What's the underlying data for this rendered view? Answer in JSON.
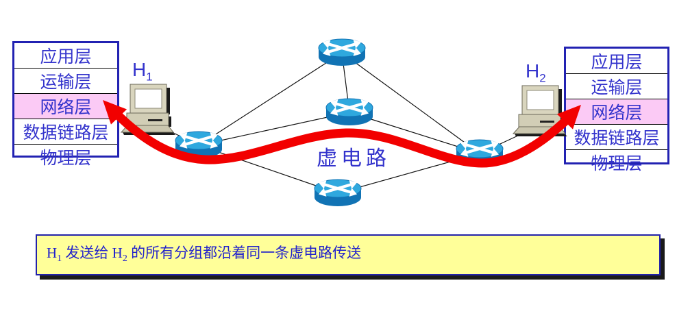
{
  "host_labels": {
    "h1": {
      "base": "H",
      "sub": "1"
    },
    "h2": {
      "base": "H",
      "sub": "2"
    }
  },
  "stacks": {
    "layers": [
      "应用层",
      "运输层",
      "网络层",
      "数据链路层",
      "物理层"
    ],
    "highlighted_layer": "网络层"
  },
  "path_label": "虚电路",
  "caption": {
    "segments": [
      {
        "t": "H"
      },
      {
        "t": "1",
        "sub": true
      },
      {
        "t": " 发送给 "
      },
      {
        "t": "H"
      },
      {
        "t": "2",
        "sub": true
      },
      {
        "t": " 的所有分组都沿着同一条虚电路传送"
      }
    ]
  },
  "topology": {
    "routers": [
      {
        "id": "top",
        "name": "router-top"
      },
      {
        "id": "middle",
        "name": "router-middle"
      },
      {
        "id": "left",
        "name": "router-left"
      },
      {
        "id": "right",
        "name": "router-right"
      },
      {
        "id": "bottom",
        "name": "router-bottom"
      }
    ],
    "hosts": [
      {
        "id": "h1",
        "name": "host-computer-h1"
      },
      {
        "id": "h2",
        "name": "host-computer-h2"
      }
    ],
    "links": [
      [
        "h1",
        "left"
      ],
      [
        "left",
        "top"
      ],
      [
        "left",
        "middle"
      ],
      [
        "left",
        "bottom"
      ],
      [
        "top",
        "middle"
      ],
      [
        "top",
        "right"
      ],
      [
        "middle",
        "right"
      ],
      [
        "bottom",
        "right"
      ],
      [
        "right",
        "h2"
      ]
    ]
  },
  "colors": {
    "stack_border": "#2222B2",
    "stack_text": "#3333CC",
    "highlight_pink": "#FBCAF5",
    "router_top_face": "#2FA8DE",
    "router_side": "#1173B4",
    "router_arrows": "#FFFFFF",
    "red_path": "#F20000",
    "link_line": "#111111",
    "caption_bg": "#FFFF99",
    "caption_border": "#2222AA",
    "caption_text": "#2222CC",
    "label_blue": "#3333CC",
    "computer_body": "#D9D5BE",
    "computer_shadow": "#1A1A1A"
  }
}
